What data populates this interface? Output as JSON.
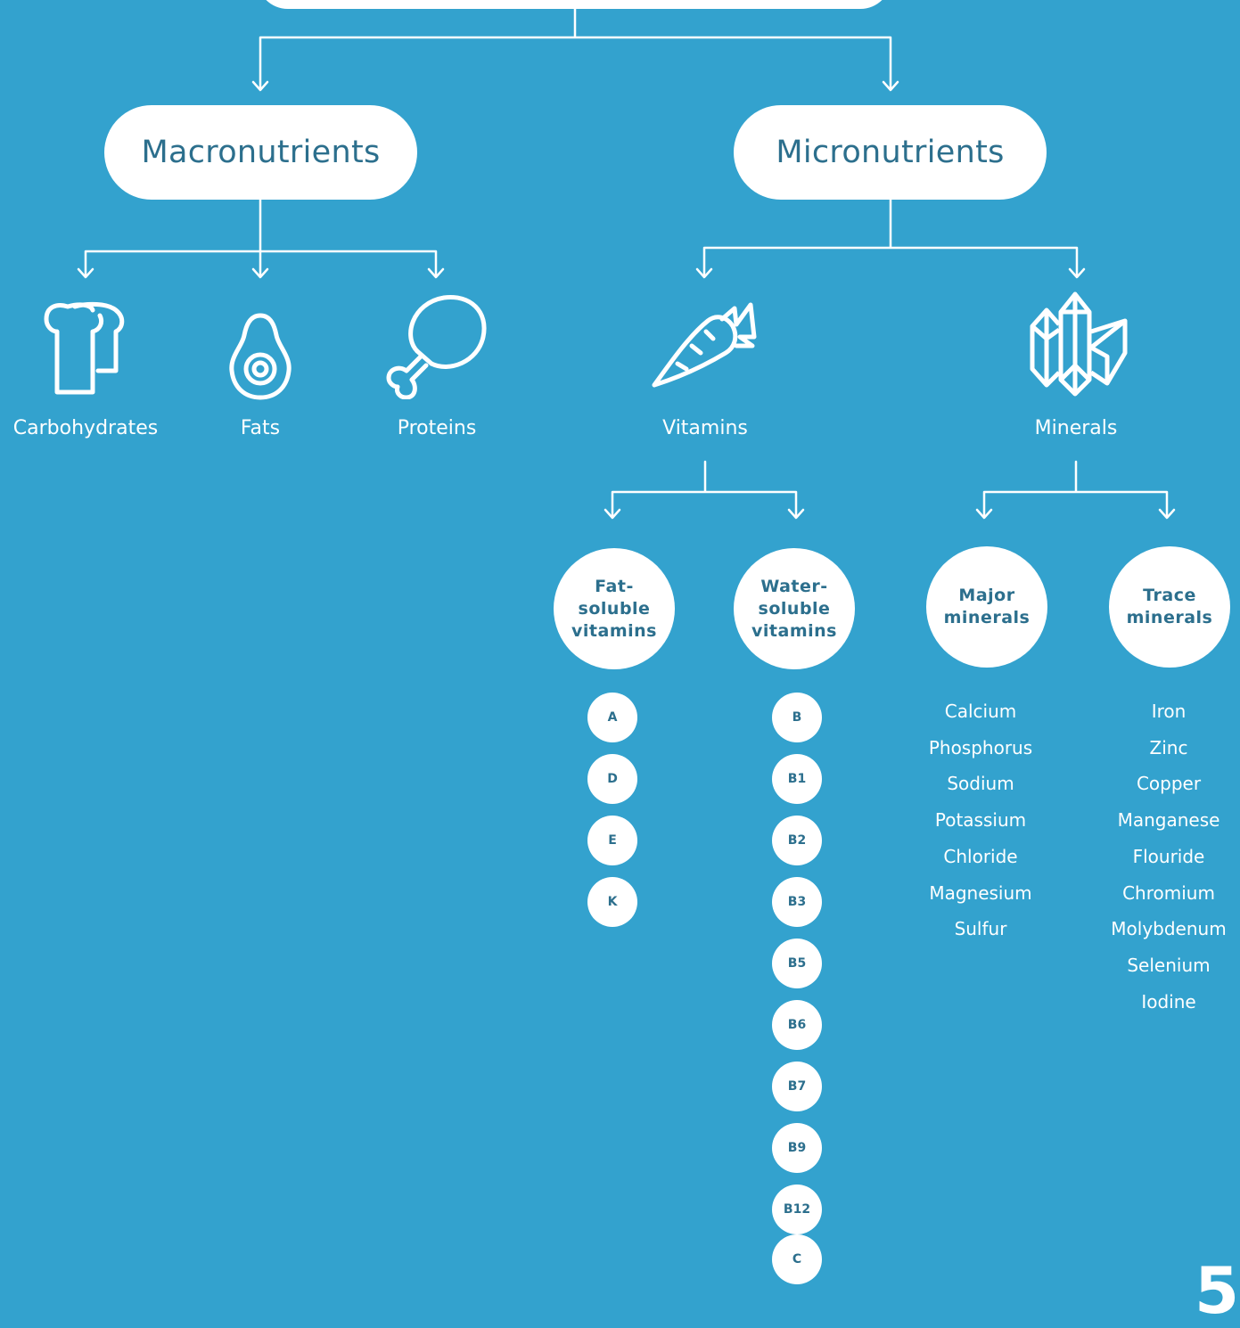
{
  "macro": {
    "title": "Macronutrients",
    "items": [
      {
        "icon": "bread-icon",
        "label": "Carbohydrates"
      },
      {
        "icon": "avocado-icon",
        "label": "Fats"
      },
      {
        "icon": "drumstick-icon",
        "label": "Proteins"
      }
    ]
  },
  "micro": {
    "title": "Micronutrients",
    "items": [
      {
        "icon": "carrot-icon",
        "label": "Vitamins"
      },
      {
        "icon": "crystal-icon",
        "label": "Minerals"
      }
    ]
  },
  "vitamins": {
    "fat": {
      "title": "Fat-soluble vitamins",
      "lines": [
        "Fat-",
        "soluble",
        "vitamins"
      ],
      "items": [
        "A",
        "D",
        "E",
        "K"
      ]
    },
    "water": {
      "title": "Water-soluble vitamins",
      "lines": [
        "Water-",
        "soluble",
        "vitamins"
      ],
      "items": [
        "B",
        "B1",
        "B2",
        "B3",
        "B5",
        "B6",
        "B7",
        "B9",
        "B12",
        "C"
      ]
    }
  },
  "minerals": {
    "major": {
      "title": "Major minerals",
      "lines": [
        "Major",
        "minerals"
      ],
      "items": [
        "Calcium",
        "Phosphorus",
        "Sodium",
        "Potassium",
        "Chloride",
        "Magnesium",
        "Sulfur"
      ]
    },
    "trace": {
      "title": "Trace minerals",
      "lines": [
        "Trace",
        "minerals"
      ],
      "items": [
        "Iron",
        "Zinc",
        "Copper",
        "Manganese",
        "Flouride",
        "Chromium",
        "Molybdenum",
        "Selenium",
        "Iodine"
      ]
    }
  },
  "page_number": "5",
  "colors": {
    "background": "#33a2ce",
    "text_dark": "#2c6f8d",
    "white": "#ffffff"
  }
}
